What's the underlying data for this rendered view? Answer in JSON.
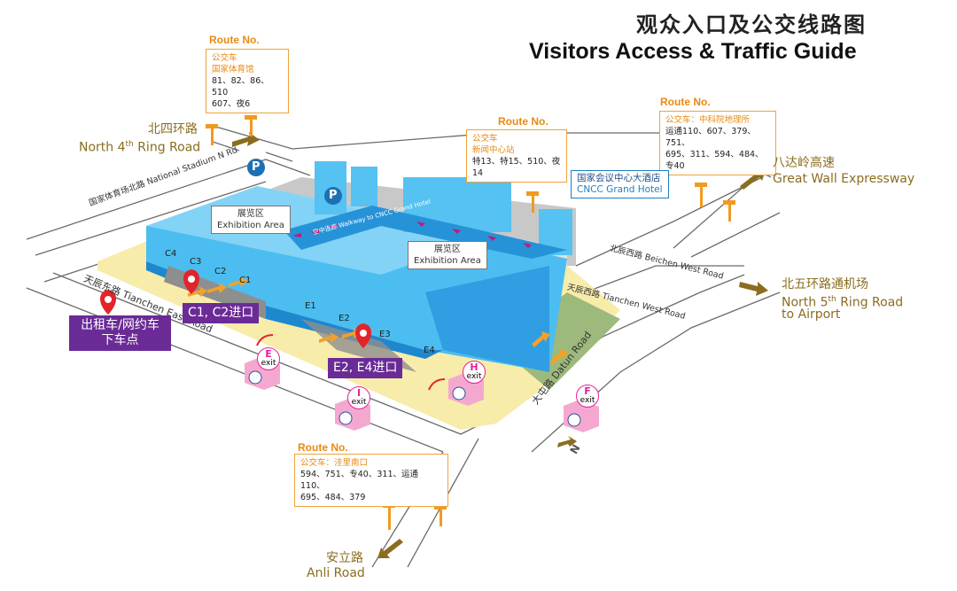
{
  "title": {
    "cn": "观众入口及公交线路图",
    "en": "Visitors Access & Traffic Guide"
  },
  "route_heading": "Route No.",
  "routes": [
    {
      "stop": "公交车\n国家体育馆",
      "lines": "81、82、86、510\n607、夜6"
    },
    {
      "stop": "公交车\n新闻中心站",
      "lines": "特13、特15、510、夜14"
    },
    {
      "stop": "公交车：中科院地理所",
      "lines": "运通110、607、379、751、\n695、311、594、484、专40"
    },
    {
      "stop": "公交车：洼里南口",
      "lines": "594、751、专40、311、运通110、\n695、484、379"
    }
  ],
  "roads": {
    "north4": {
      "cn": "北四环路",
      "en": "North 4",
      "sup": "th",
      "en2": " Ring Road"
    },
    "great_wall": {
      "cn": "八达岭高速",
      "en": "Great Wall Expressway"
    },
    "north5": {
      "cn": "北五环路通机场",
      "en": "North 5",
      "sup": "th",
      "en2": " Ring Road",
      "en3": "to Airport"
    },
    "anli": {
      "cn": "安立路",
      "en": "Anli Road"
    },
    "stadium": "国家体育场北路   National Stadium N Rd",
    "beichen": "北辰西路   Beichen West Road",
    "tianchen_w": "天辰西路   Tianchen West Road",
    "tianchen_e": "天辰东路   Tianchen East Road",
    "datun": "大屯路   Datun Road"
  },
  "exhibition_label": {
    "cn": "展览区",
    "en": "Exhibition Area"
  },
  "hotel": {
    "cn": "国家会议中心大酒店",
    "en": "CNCC Grand Hotel"
  },
  "walkway": "空中连廊 Walkway to CNCC Grand Hotel",
  "parking": "P",
  "gates": [
    "C4",
    "C3",
    "C2",
    "C1",
    "E1",
    "E2",
    "E3",
    "E4"
  ],
  "entrances": {
    "c": "C1, C2进口",
    "e": "E2, E4进口",
    "taxi": "出租车/网约车\n下车点"
  },
  "exits": [
    {
      "letter": "E",
      "word": "exit"
    },
    {
      "letter": "I",
      "word": "exit"
    },
    {
      "letter": "H",
      "word": "exit"
    },
    {
      "letter": "F",
      "word": "exit"
    }
  ],
  "north_arrow": "N",
  "colors": {
    "building": "#3fb3ec",
    "building_dark": "#1e88cf",
    "ground": "#f7ecaa",
    "route": "#e88a12",
    "purple": "#6a2b97",
    "pin": "#e3242b",
    "exit": "#e8209a"
  }
}
